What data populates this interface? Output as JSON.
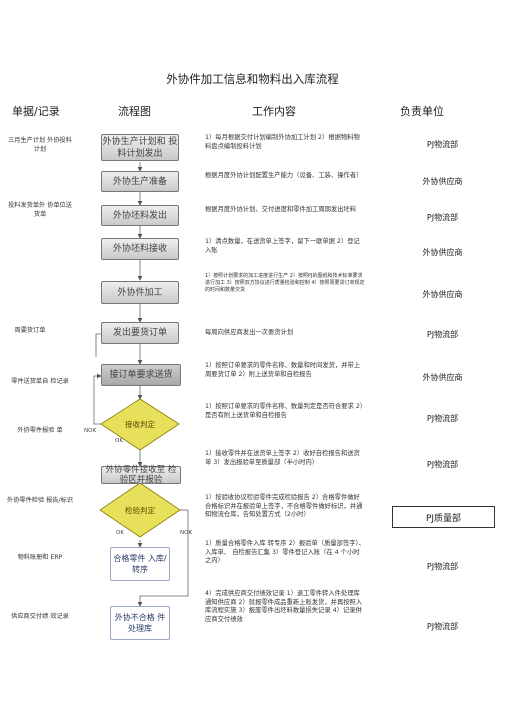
{
  "title": "外协件加工信息和物料出入库流程",
  "headers": {
    "records": "单据/记录",
    "flow": "流程图",
    "work": "工作内容",
    "unit": "负责单位"
  },
  "records": [
    "三月生产计划 外协投料计划",
    "投料发货单外 协单位送货单",
    "周要货订单",
    "零件送货单自 检记录",
    "外协零件报验 单",
    "外协零件检验 报告/标识",
    "物料账册和 ERP",
    "供应商交付绩 效记录"
  ],
  "flow": {
    "step1": "外协生产计划和 投料计划发出",
    "step2": "外协生产准备",
    "step3": "外协坯料发出",
    "step4": "外协坯料接收",
    "step5": "外协件加工",
    "step6": "发出要货订单",
    "step7": "接订单要求送货",
    "dec1": "接收判定",
    "dec1_nok": "NOK",
    "dec1_ok": "OK",
    "step8": "外协零件接收至 检验区并报验",
    "dec2": "检验判定",
    "dec2_nok": "NOK",
    "dec2_ok": "OK",
    "step9": "合格零件 入库/转序",
    "step10": "外协不合格 件处理库"
  },
  "work": [
    "1）每月根据交付计划编制外协加工计划 2）根据物料物料盘点编制投料计划",
    "根据月度外协计划配置生产能力（设备、工装、操作者）",
    "根据月度外协计划、交付进度和零件加工周期发出坯料",
    "1）清点数量，在送货单上签字，留下一联单据 2）登记入账",
    "1）按照计划要求的加工进度进行生产 2）按照PJ的图纸和技术标准要求进行加工 3）按照双方协议进行质量检验和控制 4）按照周要货订单规定的时间和数量交货",
    "每周向供应商发出一次要货计划",
    "1）按照订单要求的零件名称、数量和时间发货，并带上周要货订单 2）附上送货单和自检报告",
    "1）按照订单要求的零件名称、数量判定是否符合要求 2）是否有附上送货单和自检报告",
    "1）接收零件并在送货单上签字 2）收好自检报告和送货单 3）发出报验单至质量部（半小时内）",
    "1）按验收协议检验零件完成检验报告 2）合格零件做好合格标识并在报验单上签字，不合格零件做好标识，并通知物流仓库，告知处置方式（2小时）",
    "1）质量合格零件入库 转专序 2）报验单（质量部签字）、入库单、 自检报告汇集 3）零件登记入账（在 4 个小时之内）",
    "4）完成供应商交付绩效记录 1）退工零件转入件处理库通知供应商 2）就报零件成品重新上账发货，并再按照入库流程实施 3）报废零件出坯料数量损失记录 4）记录供应商交付绩效"
  ],
  "units": [
    "PJ物流部",
    "外协供应商",
    "PJ物流部",
    "外协供应商",
    "外协供应商",
    "PJ物流部",
    "外协供应商",
    "PJ物流部",
    "PJ物流部",
    "PJ质量部",
    "PJ物流部",
    "PJ物流部"
  ],
  "colors": {
    "decision_fill": "#e6e05a",
    "decision_border": "#8a7a00",
    "box_fill": "#dcdcdc"
  }
}
